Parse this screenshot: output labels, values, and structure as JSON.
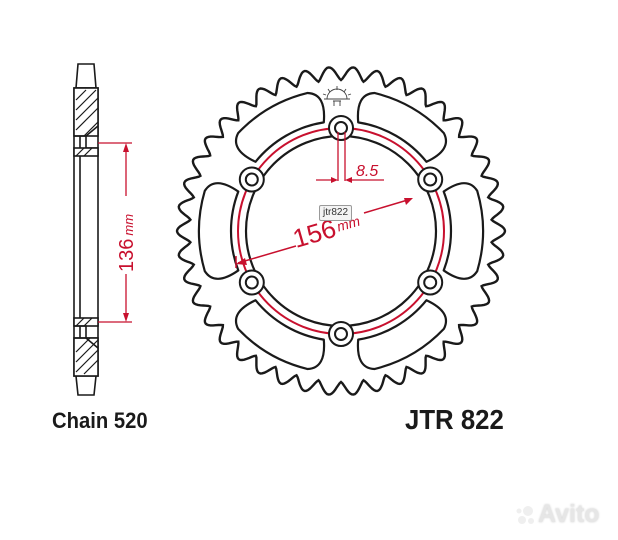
{
  "diagram": {
    "title": "Rear sprocket technical drawing",
    "part_number": "JTR 822",
    "chain_size": "Chain 520",
    "tooltip_tag": "jtr822",
    "dimensions": {
      "hub_height": {
        "value": "136",
        "unit": "mm"
      },
      "bolt_circle_diameter": {
        "value": "156",
        "unit": "mm"
      },
      "bolt_hole_diameter": {
        "value": "8.5"
      }
    },
    "geometry": {
      "bolt_holes": 6,
      "lightening_slots": 6,
      "teeth": 42
    },
    "colors": {
      "outline": "#1a1a1a",
      "dimension": "#c8102e",
      "background": "#ffffff"
    },
    "icons": [
      "sun-logo-icon",
      "avito-logo-icon"
    ]
  },
  "watermark": {
    "text": "Avito"
  }
}
